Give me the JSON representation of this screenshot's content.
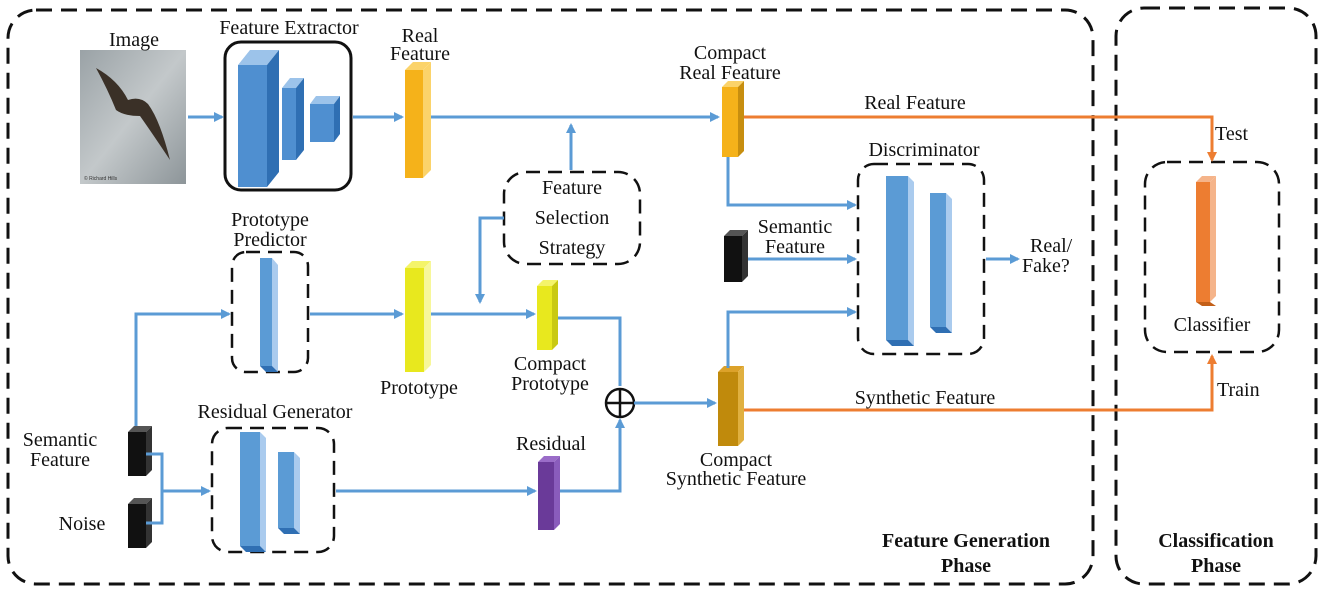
{
  "colors": {
    "blue": "#5b9bd5",
    "orange": "#ed7d31",
    "gold": "#f5b21a",
    "yellow": "#e8e81e",
    "dark_gold": "#c08a0c",
    "purple": "#6a3a99",
    "black": "#111111"
  },
  "labels": {
    "image": "Image",
    "feature_extractor": "Feature Extractor",
    "real_feature_1": "Real",
    "real_feature_2": "Feature",
    "compact_real_1": "Compact",
    "compact_real_2": "Real Feature",
    "real_feature_line": "Real Feature",
    "test": "Test",
    "discriminator": "Discriminator",
    "fss_1": "Feature",
    "fss_2": "Selection",
    "fss_3": "Strategy",
    "semantic_feature_d_1": "Semantic",
    "semantic_feature_d_2": "Feature",
    "real_fake_1": "Real/",
    "real_fake_2": "Fake?",
    "prototype_predictor_1": "Prototype",
    "prototype_predictor_2": "Predictor",
    "prototype": "Prototype",
    "compact_prototype_1": "Compact",
    "compact_prototype_2": "Prototype",
    "residual_generator": "Residual Generator",
    "residual": "Residual",
    "semantic_feature_1": "Semantic",
    "semantic_feature_2": "Feature",
    "noise": "Noise",
    "compact_synth_1": "Compact",
    "compact_synth_2": "Synthetic Feature",
    "synthetic_feature_line": "Synthetic Feature",
    "train": "Train",
    "classifier": "Classifier",
    "phase_gen_1": "Feature Generation",
    "phase_gen_2": "Phase",
    "phase_cls_1": "Classification",
    "phase_cls_2": "Phase"
  },
  "icons": {
    "image": "bird-photo-icon",
    "plus": "circled-plus-icon"
  }
}
